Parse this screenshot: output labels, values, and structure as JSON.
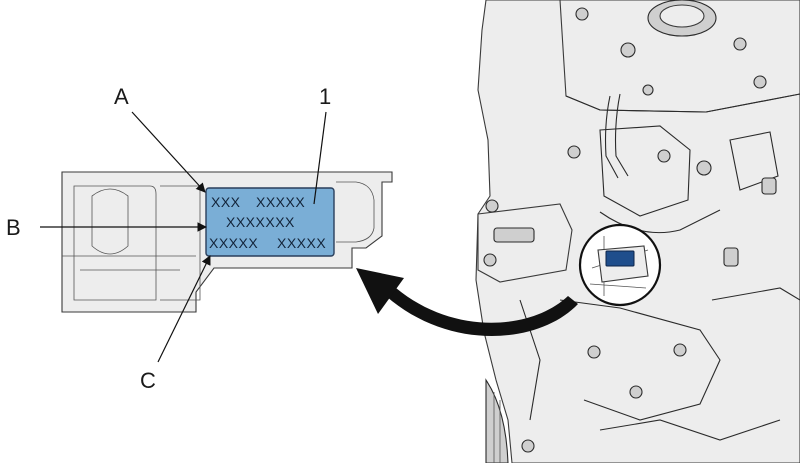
{
  "callouts": {
    "a": "A",
    "b": "B",
    "c": "C",
    "one": "1"
  },
  "plate": {
    "line1_left": "XXX",
    "line1_right": "XXXXX",
    "line2": "XXXXXXX",
    "line3_left": "XXXXX",
    "line3_right": "XXXXX"
  },
  "colors": {
    "plate_fill": "#7aaed6",
    "marker_fill": "#1f4e8c",
    "engine_fill": "#ededed"
  }
}
